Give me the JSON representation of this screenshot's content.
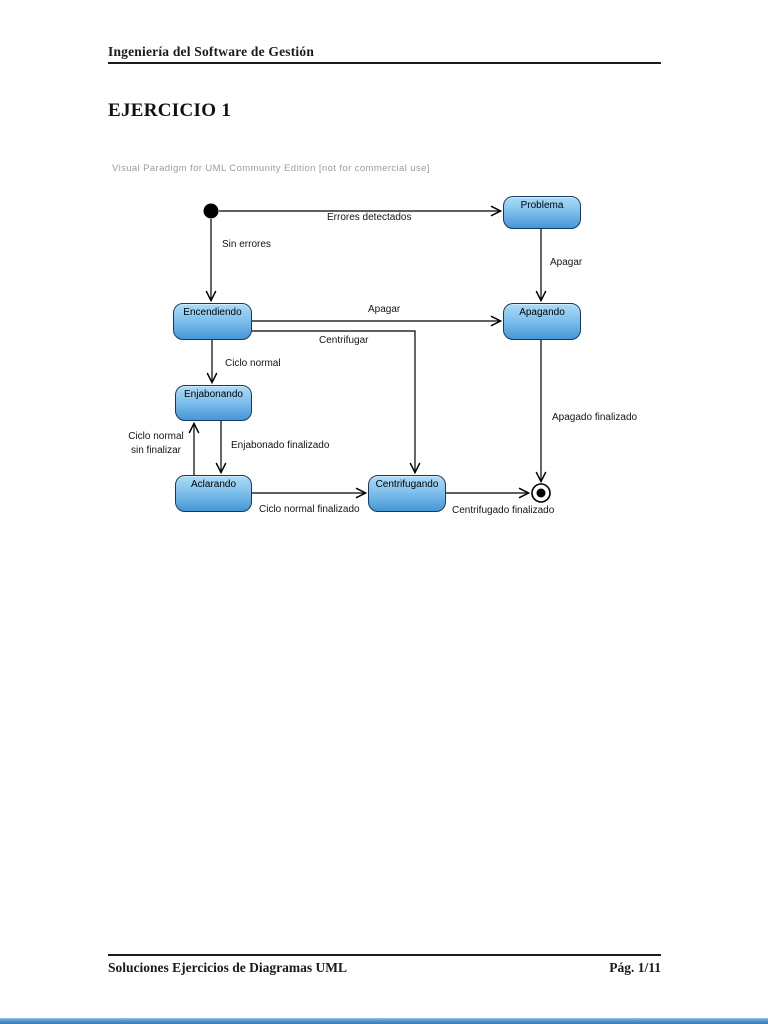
{
  "page": {
    "header": "Ingeniería del Software de Gestión",
    "title": "EJERCICIO 1",
    "watermark": "Visual Paradigm for UML Community Edition [not for commercial use]",
    "footer": {
      "left": "Soluciones Ejercicios de Diagramas UML",
      "right": "Pág. 1/11"
    }
  },
  "diagram": {
    "type": "uml-state-machine",
    "states": [
      {
        "id": "problema",
        "label": "Problema"
      },
      {
        "id": "encendiendo",
        "label": "Encendiendo"
      },
      {
        "id": "apagando",
        "label": "Apagando"
      },
      {
        "id": "enjabonando",
        "label": "Enjabonando"
      },
      {
        "id": "aclarando",
        "label": "Aclarando"
      },
      {
        "id": "centrifugando",
        "label": "Centrifugando"
      }
    ],
    "pseudostates": [
      {
        "id": "initial",
        "type": "initial-state"
      },
      {
        "id": "final",
        "type": "final-state"
      }
    ],
    "transitions": [
      {
        "from": "initial",
        "to": "problema",
        "label": "Errores detectados"
      },
      {
        "from": "initial",
        "to": "encendiendo",
        "label": "Sin errores"
      },
      {
        "from": "problema",
        "to": "apagando",
        "label": "Apagar"
      },
      {
        "from": "encendiendo",
        "to": "apagando",
        "label": "Apagar"
      },
      {
        "from": "encendiendo",
        "to": "centrifugando",
        "label": "Centrifugar"
      },
      {
        "from": "encendiendo",
        "to": "enjabonando",
        "label": "Ciclo normal"
      },
      {
        "from": "enjabonando",
        "to": "aclarando",
        "label": "Enjabonado finalizado"
      },
      {
        "from": "aclarando",
        "to": "enjabonando",
        "label": "Ciclo normal sin finalizar"
      },
      {
        "from": "aclarando",
        "to": "centrifugando",
        "label": "Ciclo normal finalizado"
      },
      {
        "from": "apagando",
        "to": "final",
        "label": "Apagado finalizado"
      },
      {
        "from": "centrifugando",
        "to": "final",
        "label": "Centrifugado finalizado"
      }
    ],
    "colors": {
      "state_fill_top": "#abdcf7",
      "state_fill_bottom": "#4696d6",
      "state_border": "#16395f",
      "connector_line": "#000000",
      "watermark_text": "#9b9b9b",
      "bottom_bar_blue": "#3a7abc"
    }
  }
}
